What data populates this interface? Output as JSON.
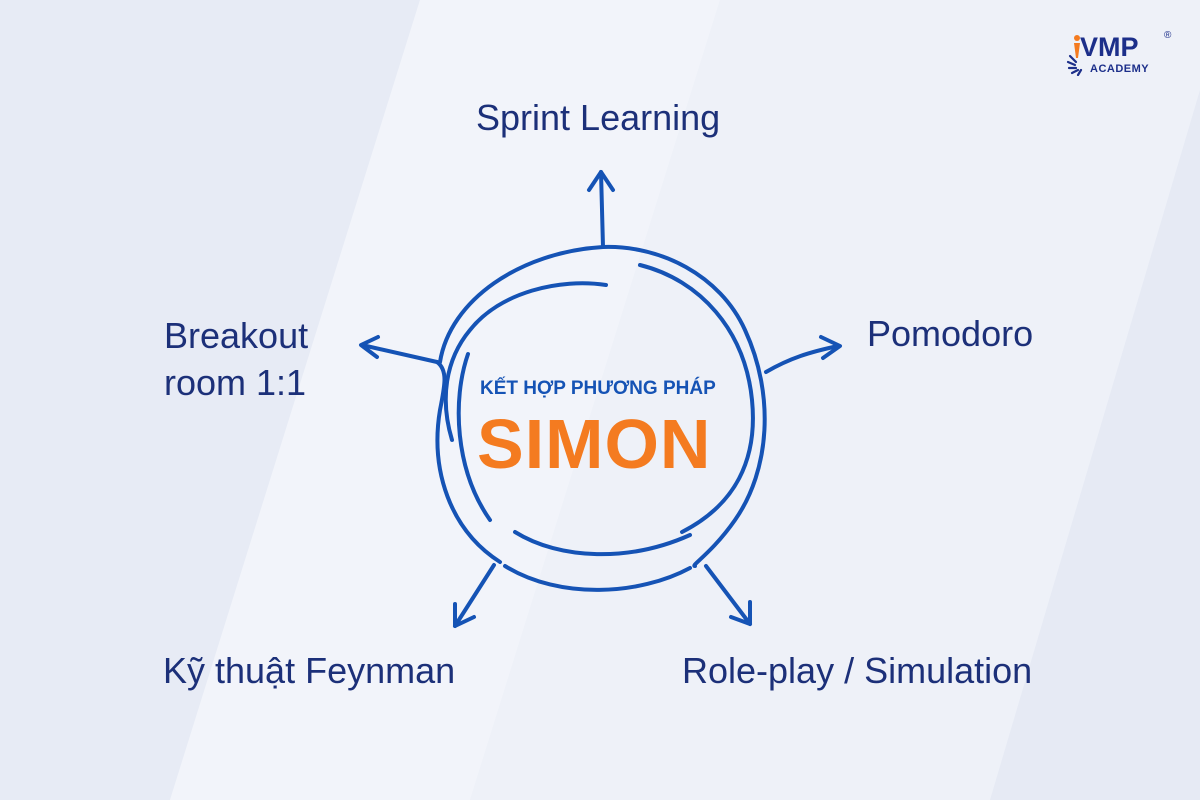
{
  "brand": {
    "name": "VMP",
    "registered": "®",
    "subtitle": "ACADEMY"
  },
  "center": {
    "subtitle": "KẾT HỢP PHƯƠNG PHÁP",
    "title": "SIMON"
  },
  "methods": {
    "top": "Sprint Learning",
    "right": "Pomodoro",
    "left_line1": "Breakout",
    "left_line2": "room 1:1",
    "bottom_left": "Kỹ thuật Feynman",
    "bottom_right": "Role-play / Simulation"
  },
  "colors": {
    "navy": "#1c3079",
    "blue": "#1553b5",
    "orange": "#f47b20",
    "background": "#eef1f8"
  }
}
